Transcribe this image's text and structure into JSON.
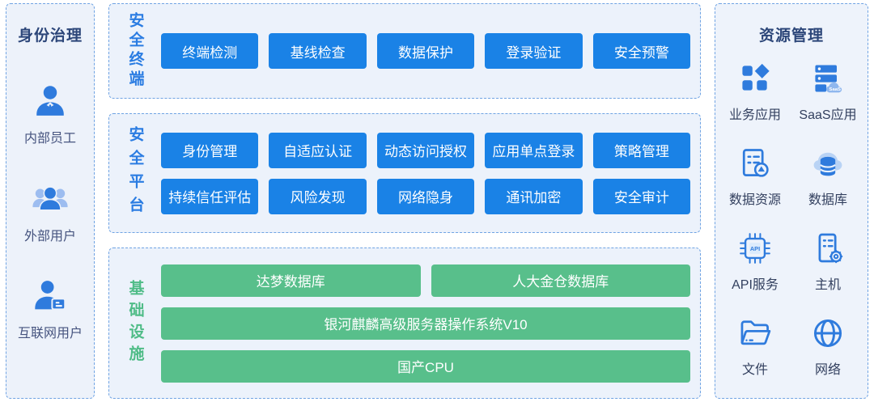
{
  "left_panel": {
    "title": "身份治理",
    "items": [
      {
        "label": "内部员工",
        "icon": "internal-employee-icon"
      },
      {
        "label": "外部用户",
        "icon": "external-users-icon"
      },
      {
        "label": "互联网用户",
        "icon": "internet-user-icon"
      }
    ]
  },
  "middle": {
    "sections": [
      {
        "title": "安全终端",
        "accent": "#1a82e6",
        "rows": [
          [
            "终端检测",
            "基线检查",
            "数据保护",
            "登录验证",
            "安全预警"
          ]
        ]
      },
      {
        "title": "安全平台",
        "accent": "#1a82e6",
        "rows": [
          [
            "身份管理",
            "自适应认证",
            "动态访问授权",
            "应用单点登录",
            "策略管理"
          ],
          [
            "持续信任评估",
            "风险发现",
            "网络隐身",
            "通讯加密",
            "安全审计"
          ]
        ]
      },
      {
        "title": "基础设施",
        "accent": "#58bf8b",
        "rows": [
          [
            "达梦数据库",
            "人大金仓数据库"
          ],
          [
            "银河麒麟高级服务器操作系统V10"
          ],
          [
            "国产CPU"
          ]
        ]
      }
    ]
  },
  "right_panel": {
    "title": "资源管理",
    "items": [
      {
        "label": "业务应用",
        "icon": "business-apps-icon"
      },
      {
        "label": "SaaS应用",
        "icon": "saas-apps-icon",
        "icon_text": "SaaS"
      },
      {
        "label": "数据资源",
        "icon": "data-resource-icon"
      },
      {
        "label": "数据库",
        "icon": "database-icon"
      },
      {
        "label": "API服务",
        "icon": "api-service-icon",
        "icon_text": "API"
      },
      {
        "label": "主机",
        "icon": "host-icon"
      },
      {
        "label": "文件",
        "icon": "files-icon"
      },
      {
        "label": "网络",
        "icon": "network-icon"
      }
    ]
  },
  "colors": {
    "blue_button": "#1a82e6",
    "green_button": "#58bf8b",
    "dashed_border": "#6fa3e3",
    "panel_background": "#edf2fa",
    "section_background": "#ecf2fb",
    "heading_navy": "#2c4679",
    "blue_section_title": "#2a7ce2",
    "green_section_title": "#4fbc87",
    "icon_blue": "#2f7bdd",
    "icon_light_blue": "#9dbdf0"
  }
}
